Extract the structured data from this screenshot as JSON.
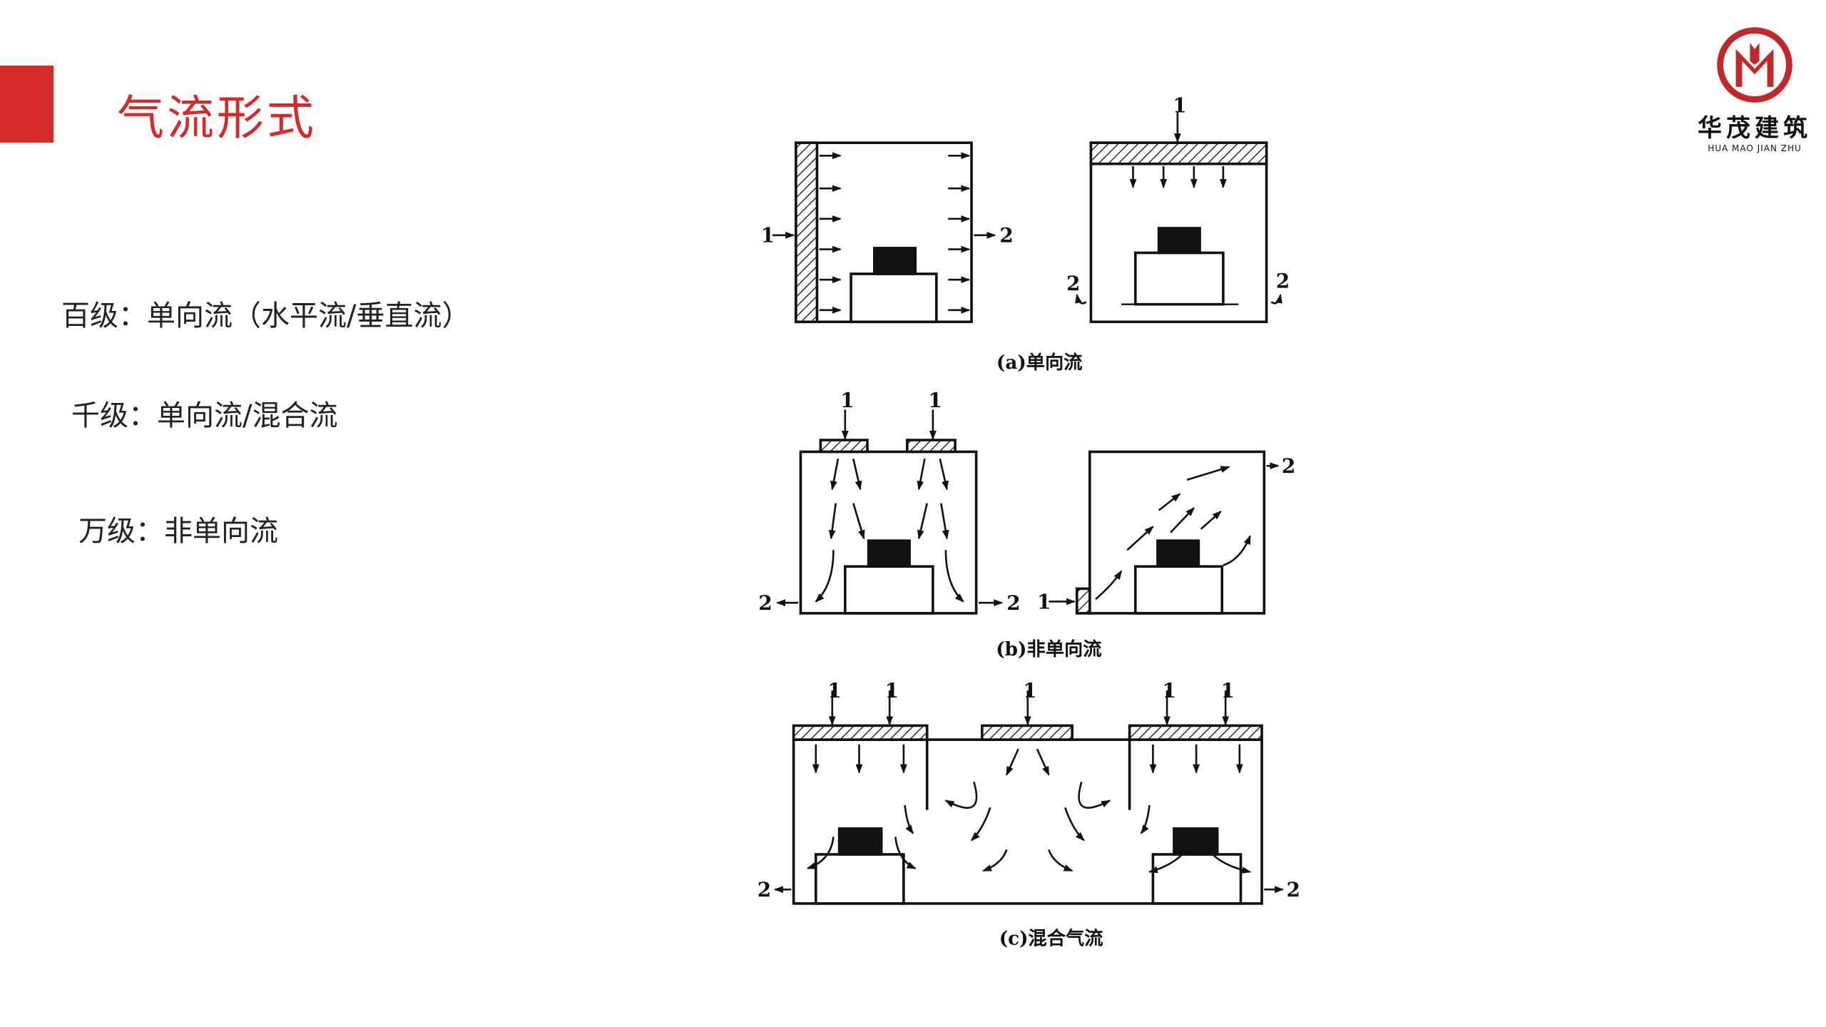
{
  "title": "气流形式",
  "lines": [
    "百级：单向流（水平流/垂直流）",
    "千级：单向流/混合流",
    "万级：非单向流"
  ],
  "logo": {
    "cn": "华茂建筑",
    "en": "HUA MAO JIAN ZHU"
  },
  "figure": {
    "inlet": "1",
    "outlet": "2",
    "captions": {
      "a": "(a)单向流",
      "b": "(b)非单向流",
      "c": "(c)混合气流"
    }
  },
  "colors": {
    "accent": "#d42a2a"
  }
}
